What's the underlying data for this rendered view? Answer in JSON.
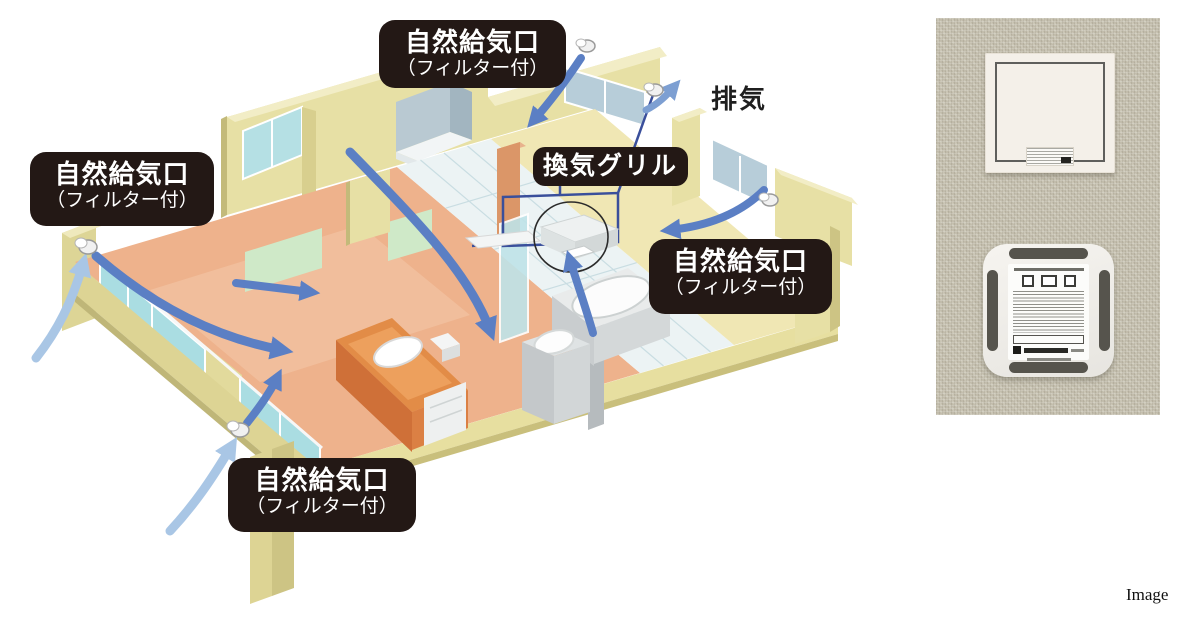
{
  "page": {
    "background": "#ffffff"
  },
  "diagram": {
    "description": "Isometric cutaway apartment showing natural ventilation airflow",
    "labels": {
      "natural_intake": {
        "line1": "自然給気口",
        "line2": "（フィルター付）"
      },
      "vent_grille": "換気グリル",
      "exhaust": "排気"
    },
    "label_style": {
      "background": "#231815",
      "text_color": "#ffffff"
    },
    "colors": {
      "arrow_blue": "#5b7fc4",
      "arrow_light": "#a9c6e5",
      "arrow_mid": "#7d9fd2",
      "duct_navy": "#3a4f9b",
      "wall_cream": "#e7e0a5",
      "wall_top": "#f2edc6",
      "wall_shadow": "#c3ba7a",
      "floor_salmon": "#eeb28c",
      "floor_cream": "#f0e7b4",
      "tile_white": "#ecf3f4",
      "window_teal": "#aadde2",
      "window_gray_blue": "#b7cdd9",
      "mint_wall": "#cfe9c8",
      "counter_orange": "#e28c47",
      "fixture_gray": "#c9cdcf"
    }
  },
  "photo": {
    "caption": "Image",
    "items": [
      "ceiling-vent-cover-closed",
      "ceiling-vent-unit-open"
    ]
  }
}
